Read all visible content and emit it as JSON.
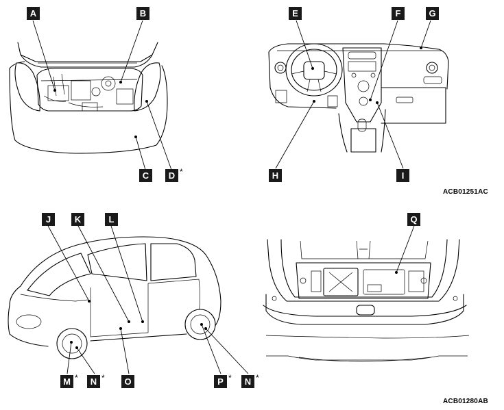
{
  "figure_codes": [
    "ACB01251AC",
    "ACB01280AB"
  ],
  "callouts": [
    "A",
    "B",
    "C",
    "D",
    "E",
    "F",
    "G",
    "H",
    "I",
    "J",
    "K",
    "L",
    "M",
    "N",
    "O",
    "P",
    "N",
    "Q"
  ],
  "asterisk": "*"
}
